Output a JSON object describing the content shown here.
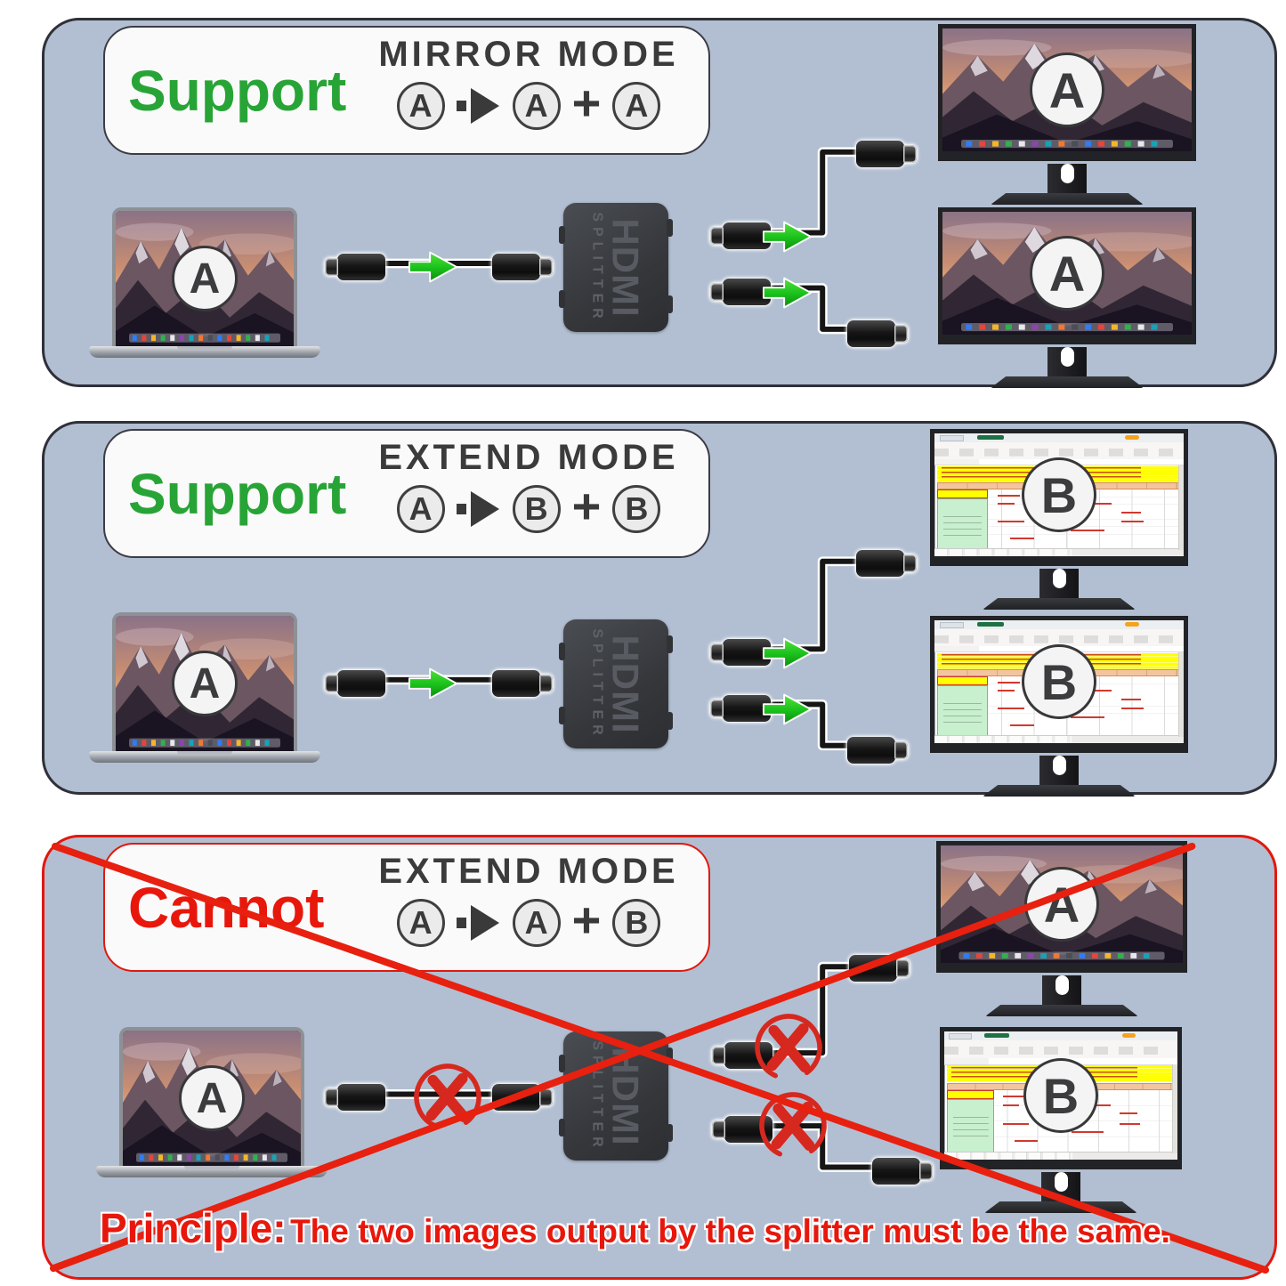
{
  "splitter": {
    "brand": "HDMI",
    "label": "SPLITTER"
  },
  "panels": [
    {
      "badge": "Support",
      "title": "MIRROR MODE",
      "formula": {
        "input": "A",
        "plus": "+",
        "output1": "A",
        "output2": "A"
      },
      "laptop_label": "A",
      "monitor1_label": "A",
      "monitor2_label": "A"
    },
    {
      "badge": "Support",
      "title": "EXTEND MODE",
      "formula": {
        "input": "A",
        "plus": "+",
        "output1": "B",
        "output2": "B"
      },
      "laptop_label": "A",
      "monitor1_label": "B",
      "monitor2_label": "B"
    },
    {
      "badge": "Cannot",
      "title": "EXTEND MODE",
      "formula": {
        "input": "A",
        "plus": "+",
        "output1": "A",
        "output2": "B"
      },
      "laptop_label": "A",
      "monitor1_label": "A",
      "monitor2_label": "B",
      "principle_prefix": "Principle:",
      "principle_text": "The two images output by the splitter must be the same."
    }
  ],
  "colors": {
    "panel_bg": "#b2bfd2",
    "support_green": "#28a437",
    "cannot_red": "#e8170c",
    "arrow_green": "#1fc41f",
    "cross_red": "#e8200f",
    "mode_title_gray": "#3b3b3b"
  }
}
